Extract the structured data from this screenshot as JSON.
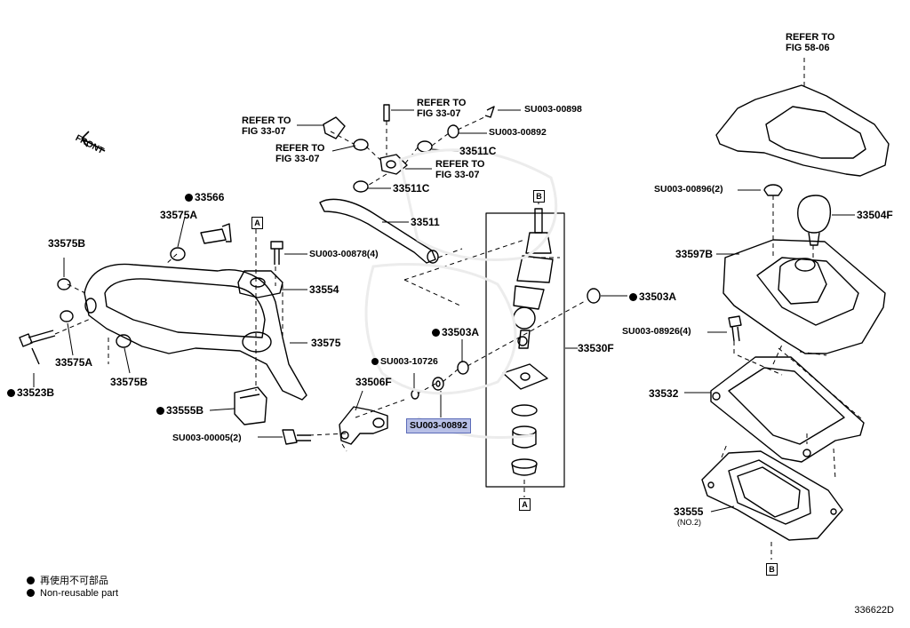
{
  "direction_label": "FRONT",
  "box_labels": {
    "a": "A",
    "b": "B"
  },
  "refs": {
    "fig_58_06": "REFER TO\nFIG 58-06",
    "fig_33_07": "REFER TO\nFIG 33-07"
  },
  "parts": {
    "p33566": "33566",
    "p33575A_top": "33575A",
    "p33575B_left": "33575B",
    "p33575A_bottom": "33575A",
    "p33575B_bottom": "33575B",
    "p33523B": "33523B",
    "p33555B": "33555B",
    "su_00005": "SU003-00005(2)",
    "su_00878": "SU003-00878(4)",
    "p33554": "33554",
    "p33575": "33575",
    "p33506F": "33506F",
    "su_10726": "SU003-10726",
    "p33503A_mid": "33503A",
    "su_00892_selected": "SU003-00892",
    "p33511": "33511",
    "p33511C_a": "33511C",
    "p33511C_b": "33511C",
    "su_00898": "SU003-00898",
    "su_00892_top": "SU003-00892",
    "p33503A_right": "33503A",
    "p33530F": "33530F",
    "su_00896": "SU003-00896(2)",
    "p33504F": "33504F",
    "p33597B": "33597B",
    "su_08926": "SU003-08926(4)",
    "p33532": "33532",
    "p33555": "33555",
    "p33555_sub": "(NO.2)"
  },
  "legend": {
    "line1": "再使用不可部品",
    "line2": "Non-reusable part"
  },
  "figure_code": "336622D"
}
